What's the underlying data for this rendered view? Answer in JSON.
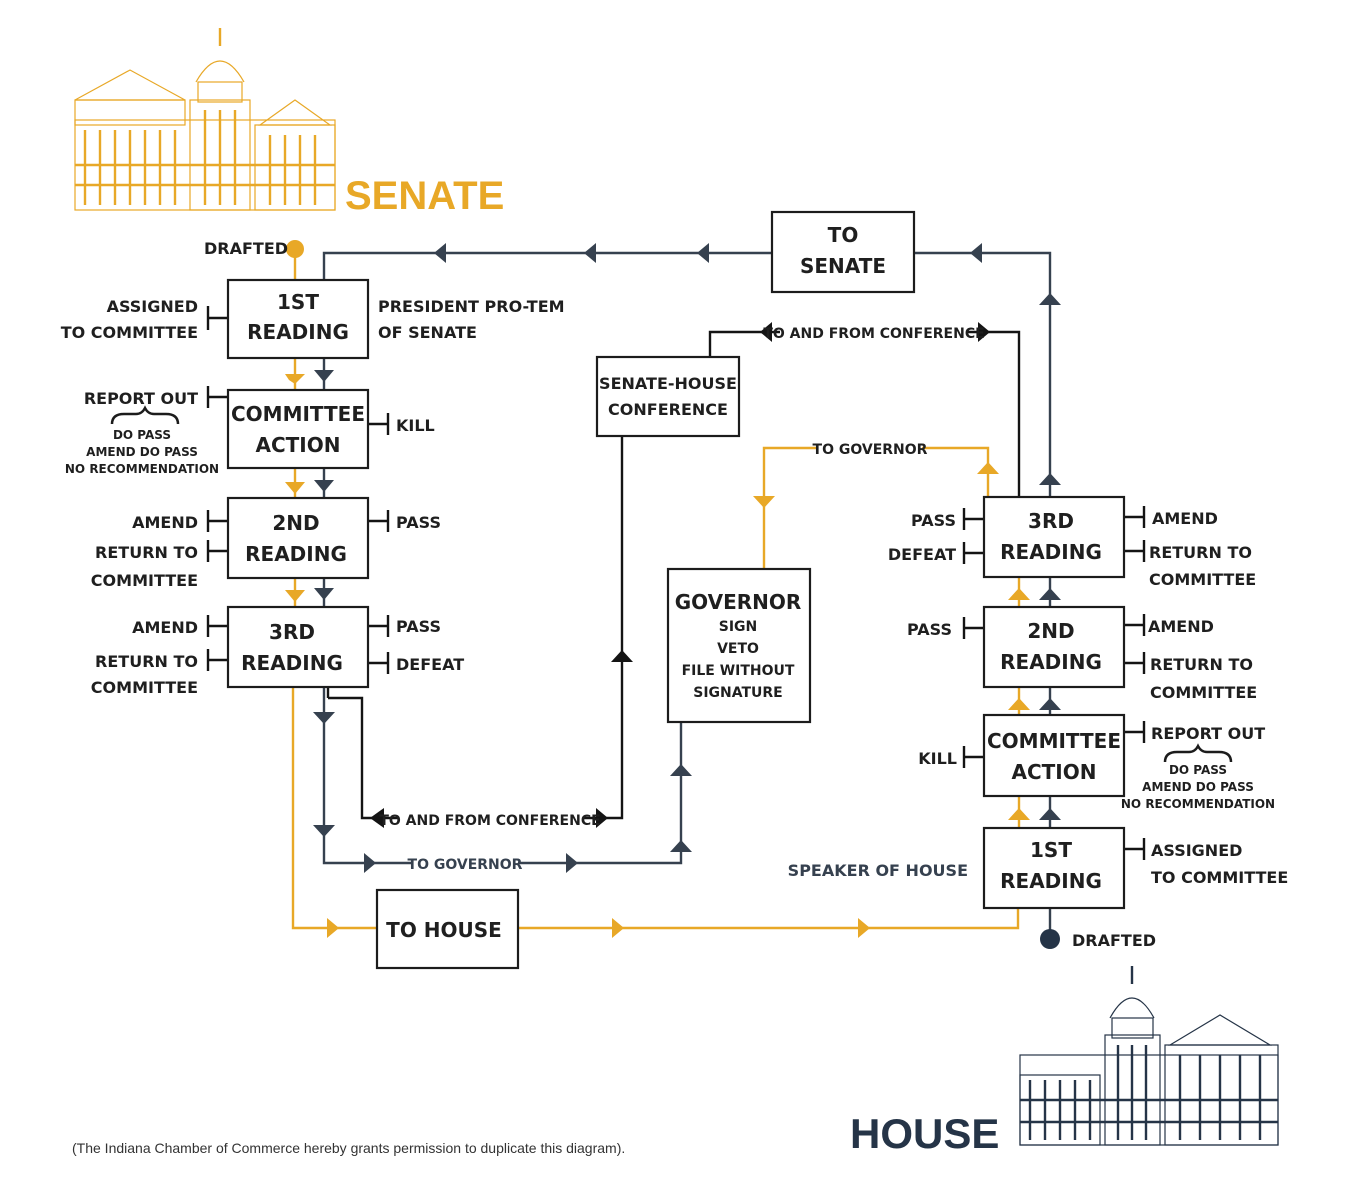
{
  "colors": {
    "senate": "#e8a827",
    "house": "#253447",
    "navy_line": "#36414f",
    "box_border": "#1c1c1c"
  },
  "senate": {
    "title": "SENATE",
    "drafted": "DRAFTED",
    "first_reading": [
      "1ST",
      "READING"
    ],
    "president_pro_tem": [
      "PRESIDENT PRO-TEM",
      "OF SENATE"
    ],
    "assigned": [
      "ASSIGNED",
      "TO COMMITTEE"
    ],
    "committee_action": [
      "COMMITTEE",
      "ACTION"
    ],
    "report_out": "REPORT OUT",
    "report_options": [
      "DO PASS",
      "AMEND DO PASS",
      "NO RECOMMENDATION"
    ],
    "kill": "KILL",
    "second_reading": [
      "2ND",
      "READING"
    ],
    "amend_2": "AMEND",
    "return_2": [
      "RETURN TO",
      "COMMITTEE"
    ],
    "pass_2": "PASS",
    "third_reading": [
      "3RD",
      "READING"
    ],
    "amend_3": "AMEND",
    "return_3": [
      "RETURN TO",
      "COMMITTEE"
    ],
    "pass_3": "PASS",
    "defeat_3": "DEFEAT"
  },
  "center": {
    "to_senate": [
      "TO",
      "SENATE"
    ],
    "conference": [
      "SENATE-HOUSE",
      "CONFERENCE"
    ],
    "to_from_conference_top": "TO AND FROM CONFERENCE",
    "to_from_conference_bottom": "TO AND FROM CONFERENCE",
    "to_governor_top": "TO GOVERNOR",
    "to_governor_bottom": "TO GOVERNOR",
    "governor_title": "GOVERNOR",
    "governor_options": [
      "SIGN",
      "VETO",
      "FILE WITHOUT",
      "SIGNATURE"
    ],
    "to_house": "TO HOUSE"
  },
  "house": {
    "title": "HOUSE",
    "drafted": "DRAFTED",
    "speaker": "SPEAKER OF HOUSE",
    "first_reading": [
      "1ST",
      "READING"
    ],
    "assigned": [
      "ASSIGNED",
      "TO COMMITTEE"
    ],
    "committee_action": [
      "COMMITTEE",
      "ACTION"
    ],
    "kill": "KILL",
    "report_out": "REPORT OUT",
    "report_options": [
      "DO PASS",
      "AMEND DO PASS",
      "NO RECOMMENDATION"
    ],
    "second_reading": [
      "2ND",
      "READING"
    ],
    "pass_2": "PASS",
    "amend_2": "AMEND",
    "return_2": [
      "RETURN TO",
      "COMMITTEE"
    ],
    "third_reading": [
      "3RD",
      "READING"
    ],
    "pass_3": "PASS",
    "defeat_3": "DEFEAT",
    "amend_3": "AMEND",
    "return_3": [
      "RETURN TO",
      "COMMITTEE"
    ]
  },
  "credit": "(The Indiana Chamber of Commerce hereby grants permission to duplicate this diagram)."
}
